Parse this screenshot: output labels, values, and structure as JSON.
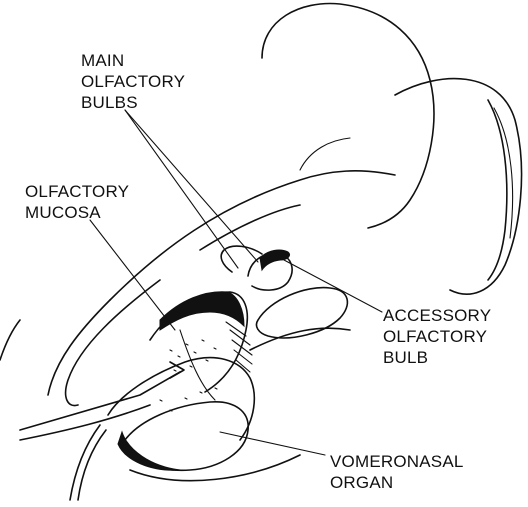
{
  "labels": {
    "main_olfactory_bulbs": [
      "MAIN",
      "OLFACTORY",
      "BULBS"
    ],
    "olfactory_mucosa": [
      "OLFACTORY",
      "MUCOSA"
    ],
    "accessory_olfactory_bulb": [
      "ACCESSORY",
      "OLFACTORY",
      "BULB"
    ],
    "vomeronasal_organ": [
      "VOMERONASAL",
      "ORGAN"
    ]
  },
  "colors": {
    "ink": "#111111",
    "background": "#ffffff"
  }
}
